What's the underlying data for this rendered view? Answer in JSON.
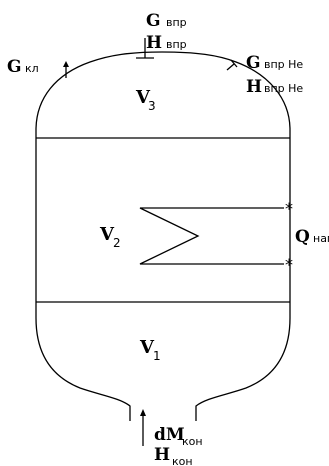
{
  "labels": {
    "g_top_main": "G",
    "g_top_sub": "впр",
    "h_top_main": "H",
    "h_top_sub": "впр",
    "g_kl_main": "G",
    "g_kl_sub": "кл",
    "g_right_main": "G",
    "g_right_sub": "впр Не",
    "h_right_main": "H",
    "h_right_sub": "впр Не",
    "v3_main": "V",
    "v3_sub": "3",
    "v2_main": "V",
    "v2_sub": "2",
    "v1_main": "V",
    "v1_sub": "1",
    "q_main": "Q",
    "q_sub": "наг",
    "dm_main": "dM",
    "dm_sub": "кон",
    "h_bottom_main": "H",
    "h_bottom_sub": "кон",
    "star": "*"
  },
  "colors": {
    "stroke": "#000000",
    "background": "#ffffff"
  }
}
